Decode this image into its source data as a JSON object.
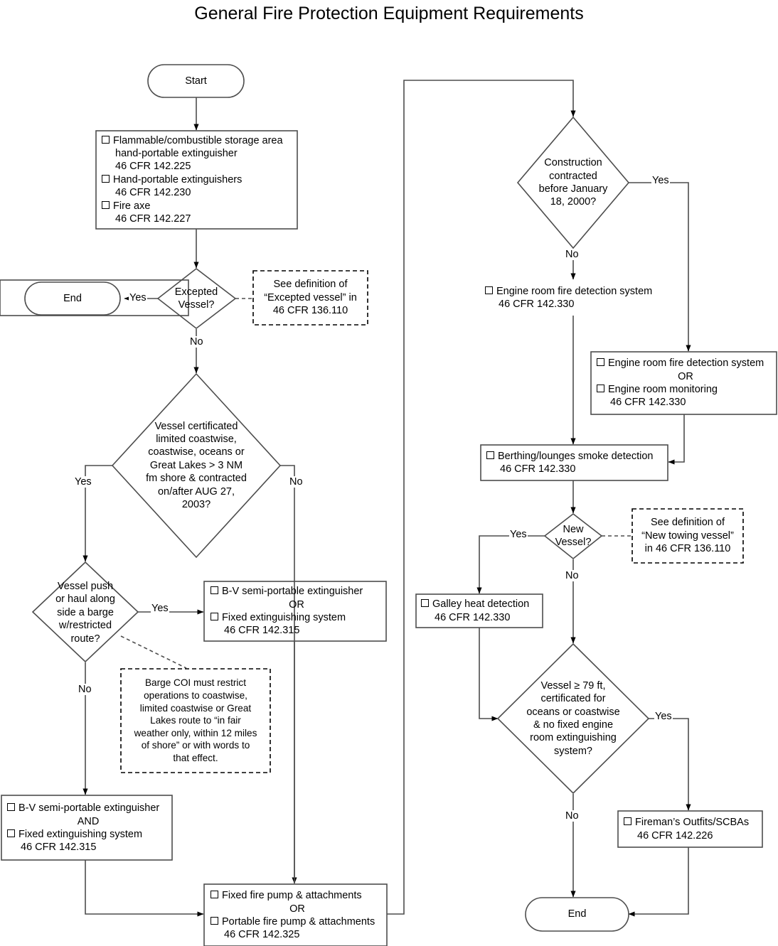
{
  "title": "General Fire Protection Equipment Requirements",
  "nodes": {
    "start": {
      "label": "Start"
    },
    "end_left": {
      "label": "End"
    },
    "end_right": {
      "label": "End"
    },
    "initial_equipment": {
      "items": [
        {
          "bullet": true,
          "text": "Flammable/combustible storage area"
        },
        {
          "bullet": false,
          "text": "hand-portable extinguisher"
        },
        {
          "bullet": false,
          "text": "46 CFR 142.225"
        },
        {
          "bullet": true,
          "text": "Hand-portable extinguishers"
        },
        {
          "bullet": false,
          "text": "46 CFR 142.230"
        },
        {
          "bullet": true,
          "text": "Fire axe"
        },
        {
          "bullet": false,
          "text": "46 CFR 142.227"
        }
      ]
    },
    "excepted_vessel": {
      "lines": [
        "Excepted",
        "Vessel?"
      ]
    },
    "note_excepted": {
      "lines": [
        "See definition of",
        "“Excepted vessel” in",
        "46 CFR 136.110"
      ]
    },
    "vessel_certificated": {
      "lines": [
        "Vessel certificated",
        "limited coastwise,",
        "coastwise, oceans or",
        "Great Lakes > 3 NM",
        "fm shore & contracted",
        "on/after AUG 27,",
        "2003?"
      ]
    },
    "vessel_push_haul": {
      "lines": [
        "Vessel push",
        "or haul along",
        "side a barge",
        "w/restricted",
        "route?"
      ]
    },
    "bv_or_fixed": {
      "items": [
        {
          "bullet": true,
          "text": "B-V semi-portable extinguisher"
        },
        {
          "bullet": false,
          "center": true,
          "text": "OR"
        },
        {
          "bullet": true,
          "text": "Fixed extinguishing system"
        },
        {
          "bullet": false,
          "text": "46 CFR 142.315"
        }
      ]
    },
    "note_barge_coi": {
      "lines": [
        "Barge COI must restrict",
        "operations to coastwise,",
        "limited coastwise or Great",
        "Lakes route to “in fair",
        "weather only, within 12 miles",
        "of shore” or with words to",
        "that effect."
      ]
    },
    "bv_and_fixed": {
      "items": [
        {
          "bullet": true,
          "text": "B-V semi-portable extinguisher"
        },
        {
          "bullet": false,
          "center": true,
          "text": "AND"
        },
        {
          "bullet": true,
          "text": "Fixed extinguishing system"
        },
        {
          "bullet": false,
          "text": "46 CFR 142.315"
        }
      ]
    },
    "fire_pump": {
      "items": [
        {
          "bullet": true,
          "text": "Fixed fire pump & attachments"
        },
        {
          "bullet": false,
          "center": true,
          "text": "OR"
        },
        {
          "bullet": true,
          "text": "Portable fire pump & attachments"
        },
        {
          "bullet": false,
          "text": "46 CFR 142.325"
        }
      ]
    },
    "construction_contracted": {
      "lines": [
        "Construction",
        "contracted",
        "before January",
        "18, 2000?"
      ]
    },
    "engine_room_detect": {
      "items": [
        {
          "bullet": true,
          "text": "Engine room fire detection system"
        },
        {
          "bullet": false,
          "text": "46 CFR 142.330"
        }
      ]
    },
    "engine_room_detect_or_monitor": {
      "items": [
        {
          "bullet": true,
          "text": "Engine room fire detection system"
        },
        {
          "bullet": false,
          "center": true,
          "text": "OR"
        },
        {
          "bullet": true,
          "text": "Engine room monitoring"
        },
        {
          "bullet": false,
          "text": "46 CFR 142.330"
        }
      ]
    },
    "berthing_smoke": {
      "items": [
        {
          "bullet": true,
          "text": "Berthing/lounges smoke detection"
        },
        {
          "bullet": false,
          "text": "46 CFR 142.330"
        }
      ]
    },
    "new_vessel": {
      "lines": [
        "New",
        "Vessel?"
      ]
    },
    "note_new_vessel": {
      "lines": [
        "See definition of",
        "“New towing vessel”",
        "in 46 CFR 136.110"
      ]
    },
    "galley_heat": {
      "items": [
        {
          "bullet": true,
          "text": "Galley heat detection"
        },
        {
          "bullet": false,
          "text": "46 CFR 142.330"
        }
      ]
    },
    "vessel_79ft": {
      "lines": [
        "Vessel ≥ 79 ft,",
        "certificated for",
        "oceans or coastwise",
        "& no fixed engine",
        "room extinguishing",
        "system?"
      ]
    },
    "firemans_outfits": {
      "items": [
        {
          "bullet": true,
          "text": "Fireman’s Outfits/SCBAs"
        },
        {
          "bullet": false,
          "text": "46 CFR 142.226"
        }
      ]
    }
  },
  "edge_labels": {
    "excepted_yes": "Yes",
    "excepted_no": "No",
    "certificated_yes": "Yes",
    "certificated_no": "No",
    "push_yes": "Yes",
    "push_no": "No",
    "construction_yes": "Yes",
    "construction_no": "No",
    "newvessel_yes": "Yes",
    "newvessel_no": "No",
    "vessel79_yes": "Yes",
    "vessel79_no": "No"
  },
  "colors": {
    "line": "#404040",
    "text": "#000000",
    "background": "#ffffff"
  }
}
